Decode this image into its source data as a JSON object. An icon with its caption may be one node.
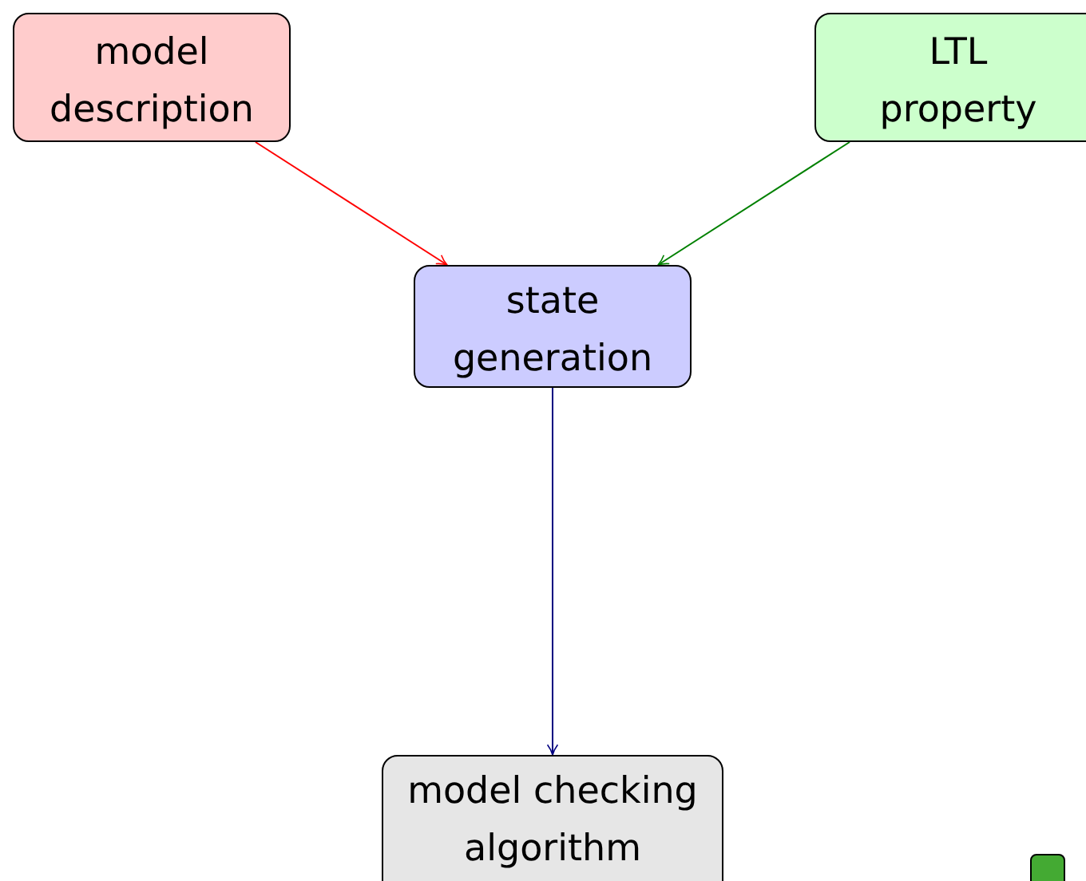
{
  "diagram": {
    "nodes": [
      {
        "text": [
          "model description"
        ]
      },
      {
        "text": [
          "LTL property"
        ]
      },
      {
        "text": [
          "state generation"
        ]
      },
      {
        "text": [
          "model checking algorithm"
        ]
      },
      {
        "text": [],
        "shape": "box"
      }
    ],
    "edges": [
      {
        "from": 0,
        "to": 2,
        "arrow": "to",
        "color": "#ff0000"
      },
      {
        "from": 1,
        "to": 2,
        "arrow": "to",
        "color": "#008000"
      },
      {
        "from": 2,
        "to": 3,
        "arrow": "to",
        "color": "#000080"
      }
    ]
  }
}
